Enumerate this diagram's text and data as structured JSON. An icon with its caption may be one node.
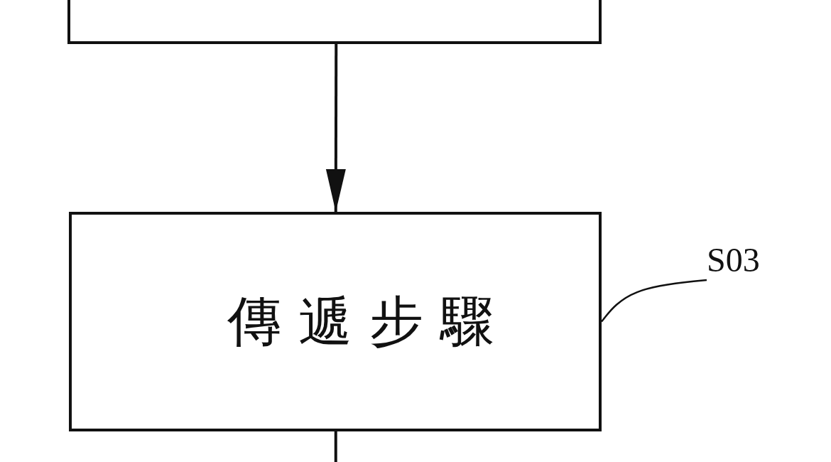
{
  "diagram": {
    "nodes": [
      {
        "text": [],
        "shape": "box"
      },
      {
        "text": [
          "傳遞步驟"
        ]
      },
      {
        "text": [
          "S03"
        ]
      }
    ],
    "edges": [
      {
        "from": 0,
        "to": 1,
        "arrow": "to"
      },
      {
        "from": 2,
        "to": 1,
        "arrow": "none"
      },
      {
        "from": 1,
        "to": null,
        "arrow": "none"
      }
    ]
  }
}
